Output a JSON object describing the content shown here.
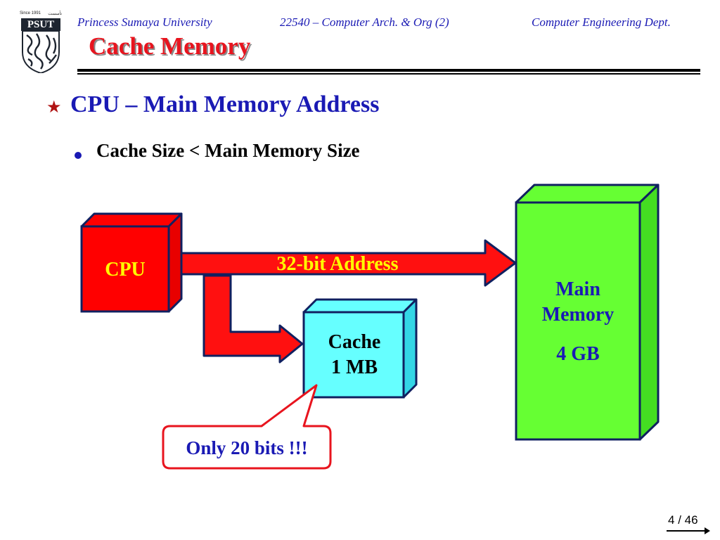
{
  "header": {
    "university": "Princess Sumaya University",
    "course": "22540 – Computer Arch. & Org (2)",
    "department": "Computer Engineering Dept."
  },
  "logo": {
    "since": "Since 1991",
    "arabic": "تأسست",
    "acronym": "PSUT"
  },
  "slide": {
    "title": "Cache Memory",
    "bullet": "CPU – Main Memory Address",
    "sub_bullet": "Cache Size < Main Memory Size"
  },
  "diagram": {
    "cpu_label": "CPU",
    "address_label": "32-bit Address",
    "cache_line1": "Cache",
    "cache_line2": "1 MB",
    "main_line1": "Main",
    "main_line2": "Memory",
    "main_size": "4 GB",
    "callout": "Only 20 bits !!!"
  },
  "colors": {
    "title_red": "#e8141e",
    "header_blue": "#1a1ab4",
    "cpu_red": "#ff0000",
    "arrow_red": "#ff1010",
    "cache_cyan": "#66ffff",
    "main_green": "#66ff33",
    "box_outline": "#102060"
  },
  "pagination": {
    "current": "4",
    "total": "46"
  }
}
